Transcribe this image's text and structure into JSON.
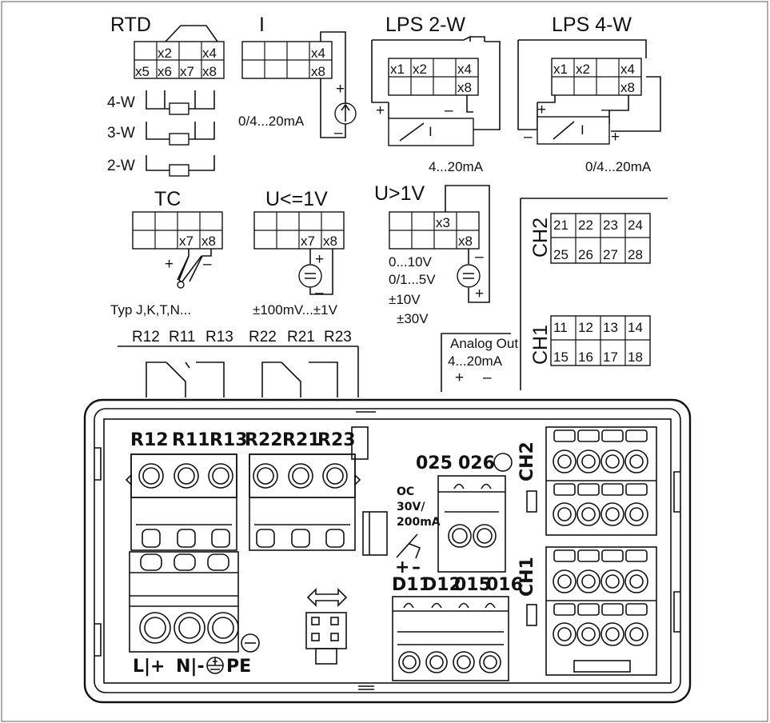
{
  "wiring": {
    "rtd": {
      "title": "RTD",
      "grid": [
        [
          "",
          "x2",
          "",
          "x4"
        ],
        [
          "x5",
          "x6",
          "x7",
          "x8"
        ]
      ],
      "modes": [
        "4-W",
        "3-W",
        "2-W"
      ]
    },
    "current": {
      "title": "I",
      "grid": [
        [
          "",
          "",
          "",
          "x4"
        ],
        [
          "",
          "",
          "",
          "x8"
        ]
      ],
      "range": "0/4...20mA",
      "plus": "+",
      "minus": "–"
    },
    "lps2w": {
      "title": "LPS 2-W",
      "grid": [
        [
          "x1",
          "x2",
          "",
          "x4"
        ],
        [
          "",
          "",
          "",
          "x8"
        ]
      ],
      "range": "4...20mA",
      "plus": "+",
      "minus": "–",
      "source_symbol": "I"
    },
    "lps4w": {
      "title": "LPS 4-W",
      "grid": [
        [
          "x1",
          "x2",
          "",
          "x4"
        ],
        [
          "",
          "",
          "",
          "x8"
        ]
      ],
      "range": "0/4...20mA",
      "plus1": "+",
      "minus1": "–",
      "plus2": "+",
      "minus2": "–",
      "source_symbol": "I"
    },
    "tc": {
      "title": "TC",
      "grid": [
        [
          "",
          "",
          "",
          ""
        ],
        [
          "",
          "",
          "x7",
          "x8"
        ]
      ],
      "types": "Typ J,K,T,N...",
      "plus": "+",
      "minus": "–"
    },
    "ulow": {
      "title": "U<=1V",
      "grid": [
        [
          "",
          "",
          "",
          ""
        ],
        [
          "",
          "",
          "x7",
          "x8"
        ]
      ],
      "range": "±100mV...±1V",
      "plus": "+",
      "minus": "–"
    },
    "uhigh": {
      "title": "U>1V",
      "grid": [
        [
          "",
          "",
          "x3",
          ""
        ],
        [
          "",
          "",
          "",
          "x8"
        ]
      ],
      "ranges": [
        "0...10V",
        "0/1...5V",
        "±10V",
        "±30V"
      ],
      "plus": "+",
      "minus": "–"
    },
    "ch2": {
      "label": "CH2",
      "grid": [
        [
          "21",
          "22",
          "23",
          "24"
        ],
        [
          "25",
          "26",
          "27",
          "28"
        ]
      ]
    },
    "ch1": {
      "label": "CH1",
      "grid": [
        [
          "11",
          "12",
          "13",
          "14"
        ],
        [
          "15",
          "16",
          "17",
          "18"
        ]
      ]
    },
    "analog_out": {
      "title": "Analog Out",
      "range": "4...20mA",
      "plus": "+",
      "minus": "–"
    },
    "relays": {
      "labels": [
        "R12",
        "R11",
        "R13",
        "R22",
        "R21",
        "R23"
      ]
    }
  },
  "device": {
    "relay_labels": [
      "R12",
      "R11",
      "R13",
      "R22",
      "R21",
      "R23"
    ],
    "out_labels": [
      "025",
      "026"
    ],
    "oc_lines": [
      "OC",
      "30V/",
      "200mA"
    ],
    "oc_plus": "+",
    "oc_minus": "–",
    "dig_labels": [
      "D11",
      "D12",
      "015",
      "016"
    ],
    "power_labels": {
      "l": "L|+",
      "n": "N|-",
      "pe": "PE"
    },
    "ch2": "CH2",
    "ch1": "CH1"
  },
  "colors": {
    "line": "#111111",
    "background": "#ffffff"
  }
}
